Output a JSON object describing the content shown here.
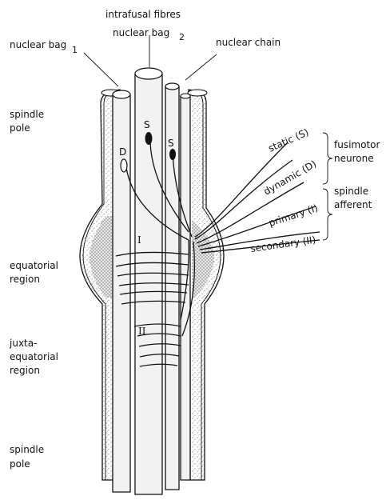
{
  "labels": {
    "intrafusal_fibres": "intrafusal fibres",
    "nuclear_bag_1": "nuclear bag",
    "nuclear_bag_1_sub": "1",
    "nuclear_bag_2": "nuclear bag",
    "nuclear_bag_2_sub": "2",
    "nuclear_chain": "nuclear chain",
    "spindle_pole_top_1": "spindle",
    "spindle_pole_top_2": "pole",
    "equatorial_1": "equatorial",
    "equatorial_2": "region",
    "juxta_1": "juxta-",
    "juxta_2": "equatorial",
    "juxta_3": "region",
    "spindle_pole_bottom_1": "spindle",
    "spindle_pole_bottom_2": "pole",
    "static": "static (S)",
    "dynamic": "dynamic (D)",
    "fusimotor_1": "fusimotor",
    "fusimotor_2": "neurone",
    "primary": "primary (I)",
    "secondary": "secondary (II)",
    "afferent_1": "spindle",
    "afferent_2": "afferent",
    "ending_s1": "S",
    "ending_s2": "S",
    "ending_d": "D",
    "ending_primary": "I",
    "ending_secondary": "II"
  },
  "colors": {
    "ink": "#111111",
    "background": "#ffffff"
  }
}
